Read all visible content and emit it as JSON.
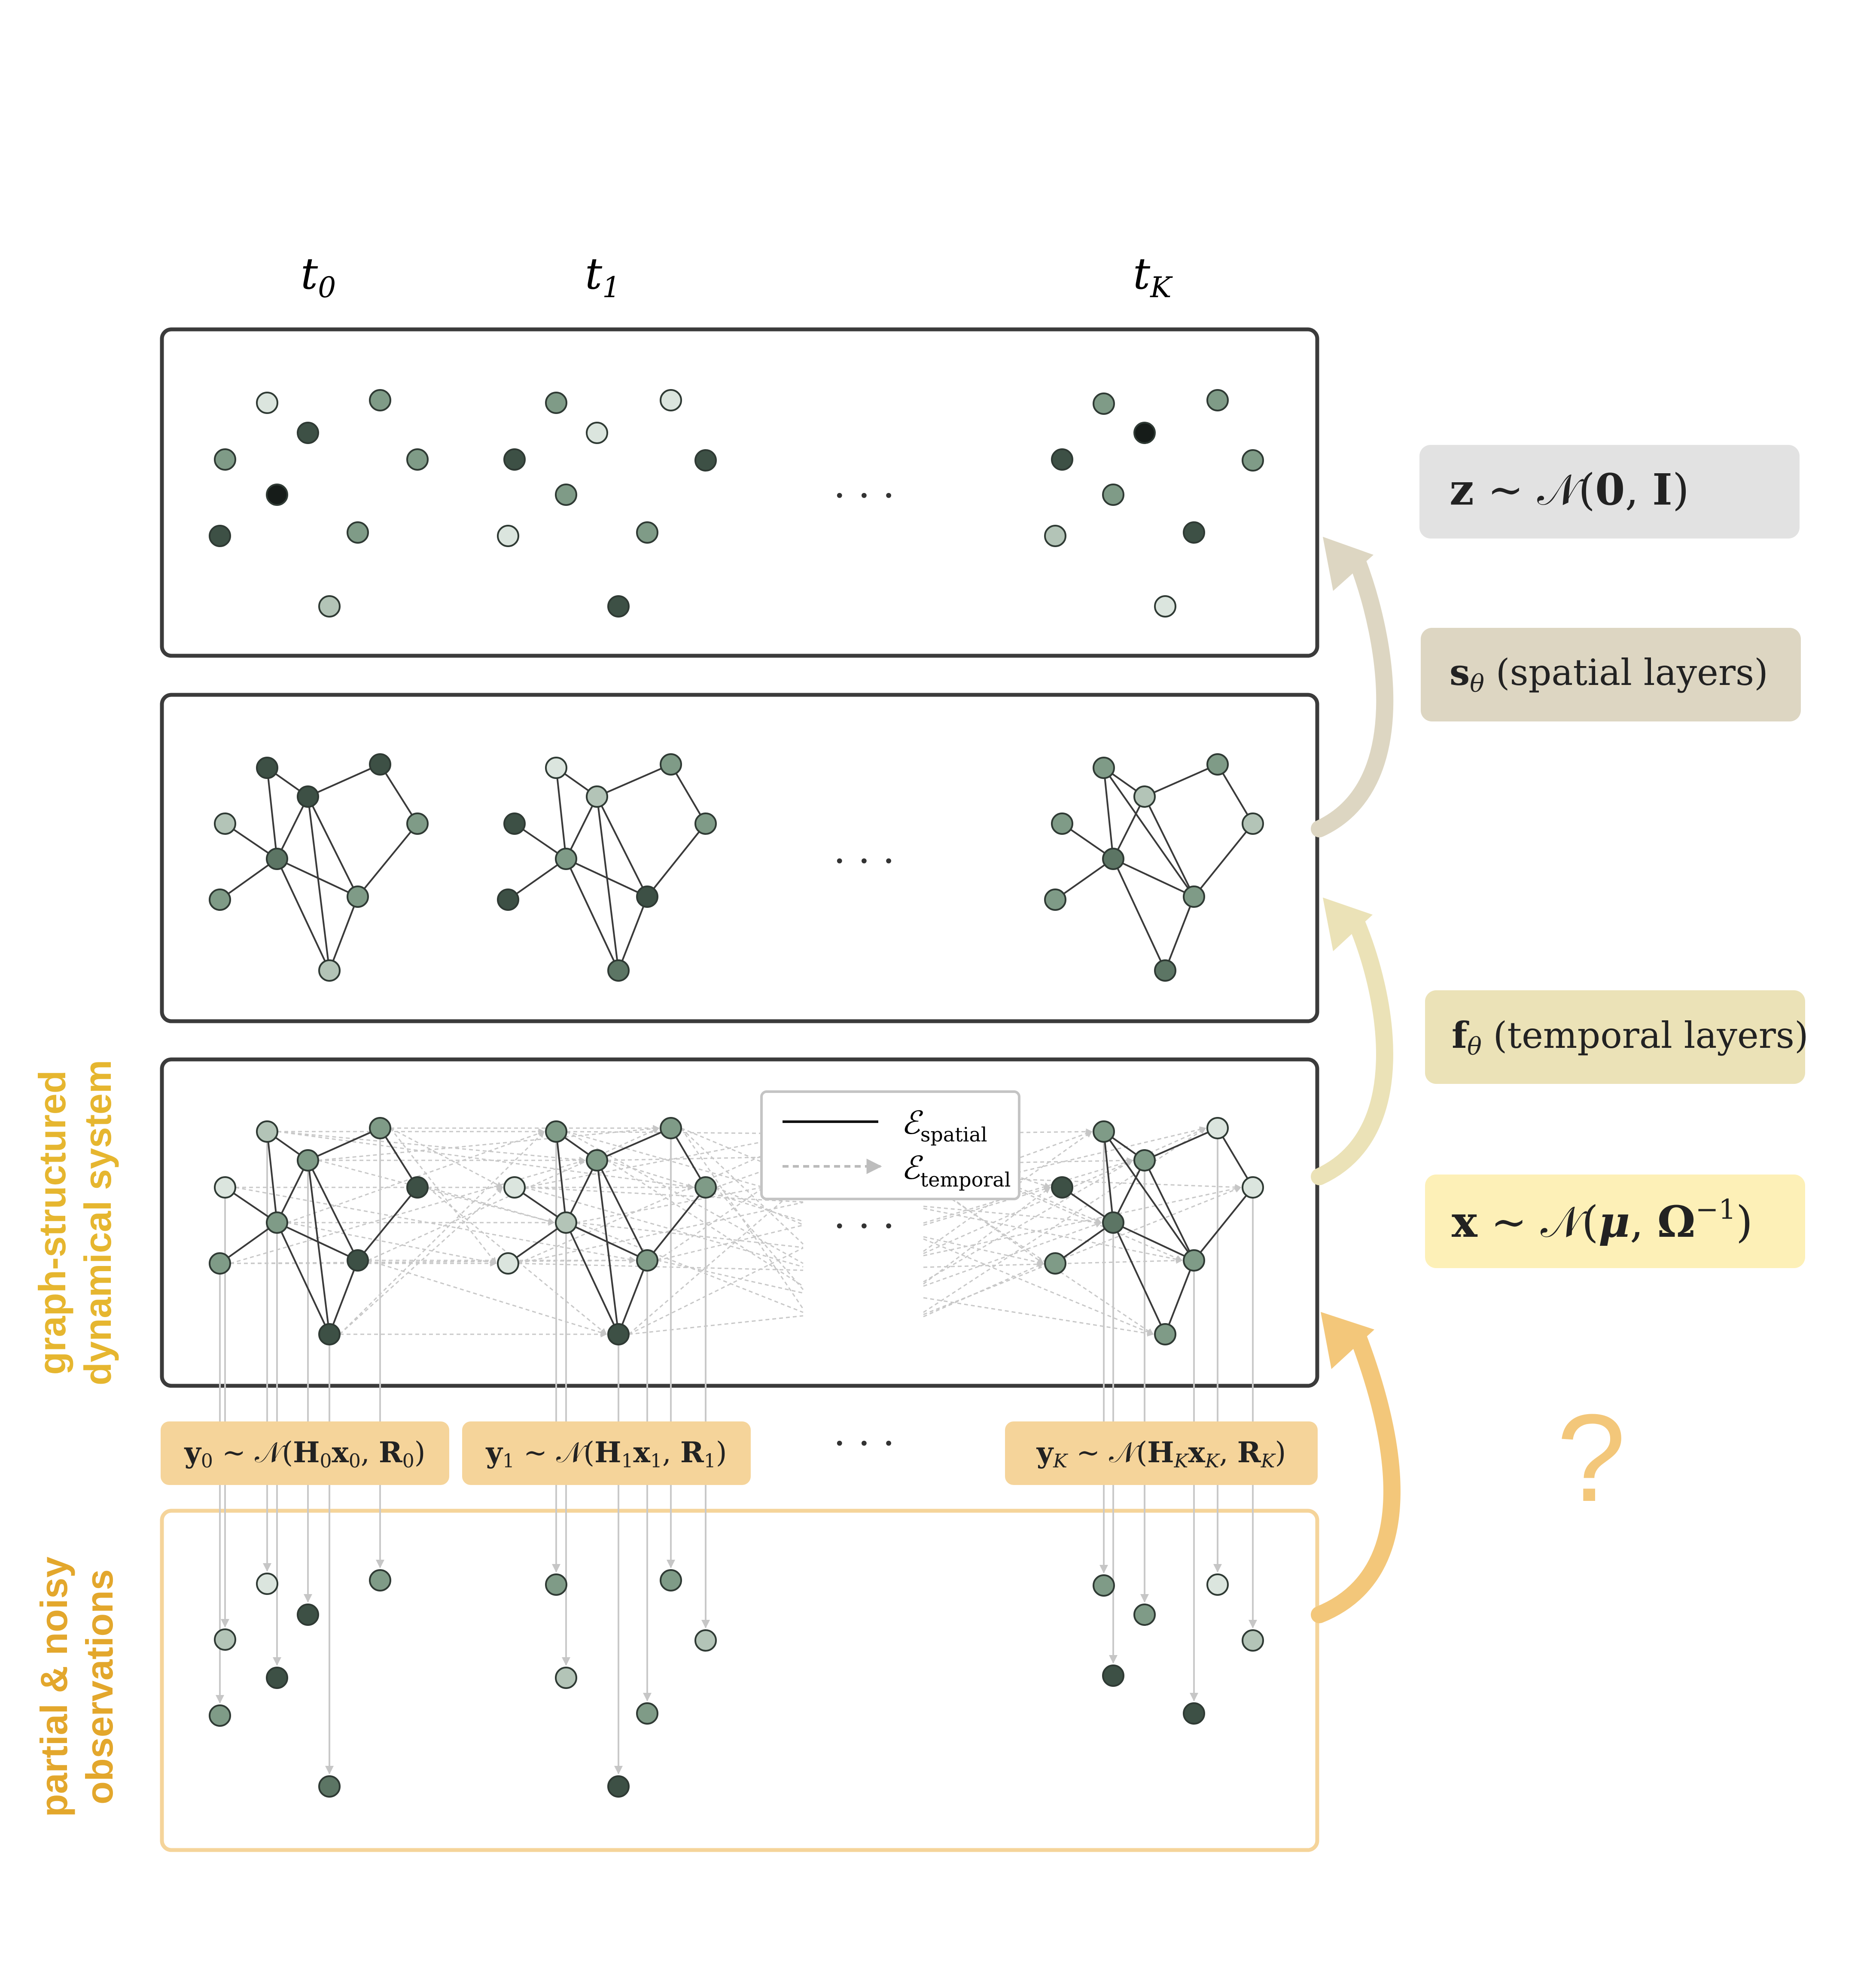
{
  "time_labels": [
    "t_0",
    "t_1",
    "t_K"
  ],
  "ellipsis": "· · ·",
  "legend": {
    "spatial": "ℰ_spatial",
    "temporal": "ℰ_temporal"
  },
  "side_labels": {
    "system_line1": "graph-structured",
    "system_line2": "dynamical system",
    "obs_line1": "partial & noisy",
    "obs_line2": "observations"
  },
  "right_boxes": {
    "z_dist": "z ∼ 𝒩(0, I)",
    "s_layers": "s_θ (spatial layers)",
    "f_layers": "f_θ (temporal layers)",
    "x_dist": "x ∼ 𝒩(μ, Ω⁻¹)",
    "question": "?"
  },
  "obs_boxes": [
    "y_0 ∼ 𝒩(H_0x_0, R_0)",
    "y_1 ∼ 𝒩(H_1x_1, R_1)",
    "y_K ∼ 𝒩(H_Kx_K, R_K)"
  ],
  "colors": {
    "frame": "#3b3b3b",
    "obs_frame": "#f5d49a",
    "z_box": "#e2e2e2",
    "s_box": "#ddd6c2",
    "f_box": "#ebe2b7",
    "x_box": "#fdf0b7",
    "y_box": "#f5d49a",
    "system_label": "#e6b62f",
    "obs_label": "#e3a72c",
    "question": "#f3c77a",
    "arrow_z": "#ddd6c2",
    "arrow_f": "#ebe2b7",
    "arrow_obs": "#f3c77a",
    "node_black": "#161c19",
    "node_dark": "#3d5045",
    "node_mid": "#5c7564",
    "node_green": "#7f9b87",
    "node_light": "#b3c4b7",
    "node_pale": "#dbe5de"
  }
}
